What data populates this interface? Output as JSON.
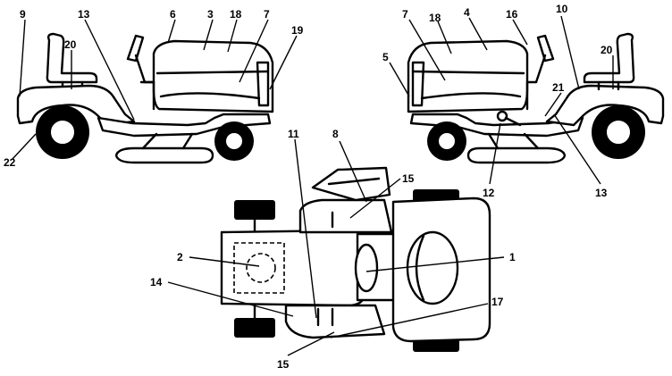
{
  "callouts": {
    "side_left": [
      "9",
      "13",
      "6",
      "3",
      "18",
      "7",
      "19",
      "20",
      "22"
    ],
    "side_right": [
      "7",
      "18",
      "4",
      "16",
      "10",
      "5",
      "20",
      "21",
      "12",
      "13"
    ],
    "top_view": [
      "11",
      "8",
      "15",
      "2",
      "1",
      "14",
      "17",
      "15"
    ]
  }
}
